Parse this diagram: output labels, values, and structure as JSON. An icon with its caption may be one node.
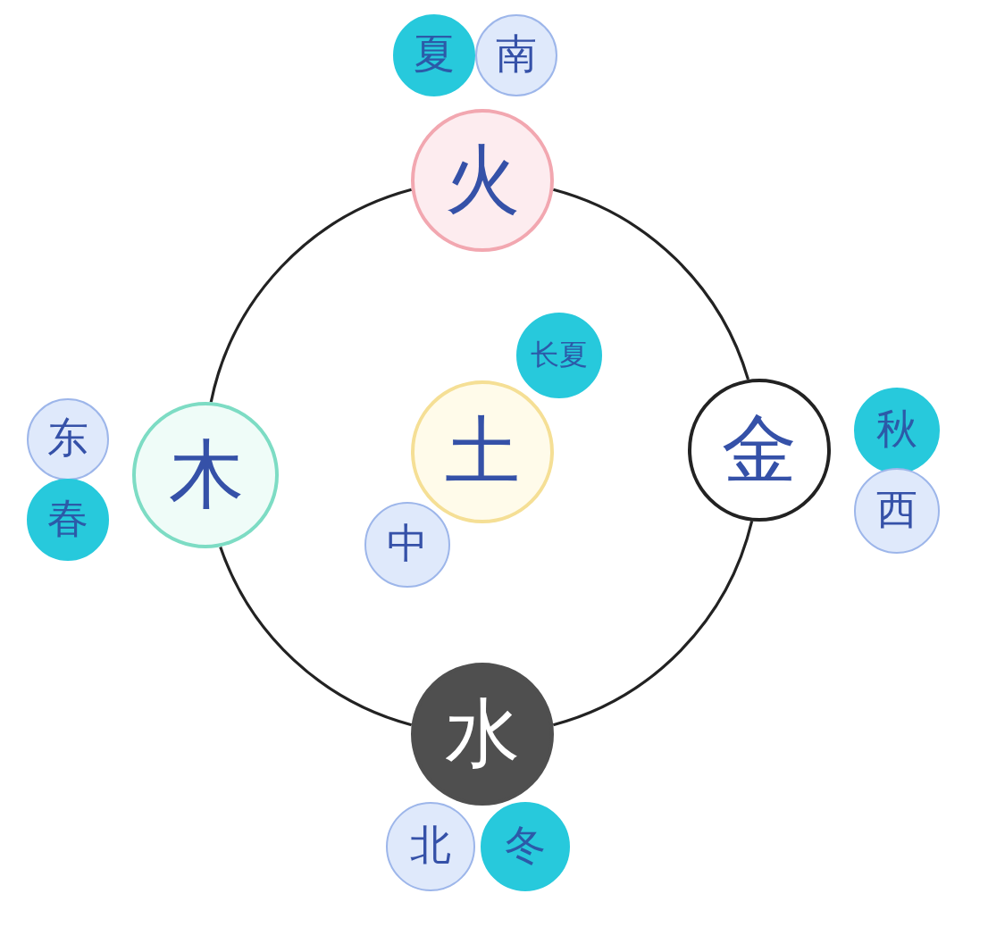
{
  "diagram": {
    "nodes": [
      {
        "text": [
          "夏"
        ]
      },
      {
        "text": [
          "南"
        ]
      },
      {
        "text": [
          "火"
        ]
      },
      {
        "text": [
          "长夏"
        ]
      },
      {
        "text": [
          "东"
        ]
      },
      {
        "text": [
          "木"
        ]
      },
      {
        "text": [
          "土"
        ]
      },
      {
        "text": [
          "金"
        ]
      },
      {
        "text": [
          "秋"
        ]
      },
      {
        "text": [
          "春"
        ]
      },
      {
        "text": [
          "中"
        ]
      },
      {
        "text": [
          "西"
        ]
      },
      {
        "text": [
          "水"
        ]
      },
      {
        "text": [
          "北"
        ]
      },
      {
        "text": [
          "冬"
        ]
      }
    ],
    "edges": [
      {
        "from": 2,
        "to": 7,
        "arrow": "none"
      },
      {
        "from": 7,
        "to": 12,
        "arrow": "none"
      },
      {
        "from": 12,
        "to": 5,
        "arrow": "none"
      },
      {
        "from": 5,
        "to": 2,
        "arrow": "none"
      }
    ]
  }
}
